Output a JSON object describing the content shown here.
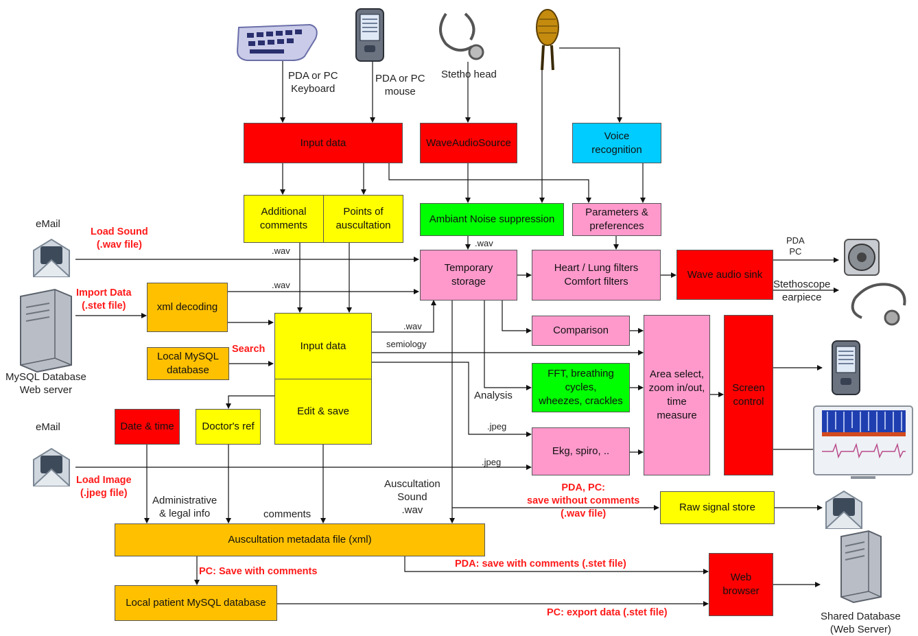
{
  "boxes": {
    "input_data_top": "Input data",
    "wave_audio_source": "WaveAudioSource",
    "voice_recognition": "Voice\nrecognition",
    "additional_comments": "Additional\ncomments",
    "points_auscultation": "Points  of\nauscultation",
    "ambiant_noise": "Ambiant Noise suppression",
    "parameters_preferences": "Parameters &\npreferences",
    "temporary_storage": "Temporary\nstorage",
    "heart_lung_filters": "Heart / Lung filters\nComfort filters",
    "wave_audio_sink": "Wave audio sink",
    "xml_decoding": "xml decoding",
    "input_data_mid": "Input data",
    "local_mysql": "Local MySQL\ndatabase",
    "edit_save": "Edit & save",
    "comparison": "Comparison",
    "fft": "FFT, breathing\ncycles,\nwheezes, crackles",
    "area_select": "Area select,\nzoom in/out,\ntime\nmeasure",
    "screen_control": "Screen\ncontrol",
    "ekg_spiro": "Ekg, spiro, ..",
    "date_time": "Date & time",
    "doctors_ref": "Doctor's ref",
    "raw_signal": "Raw signal store",
    "metadata_file": "Auscultation metadata file (xml)",
    "local_patient_db": "Local patient MySQL database",
    "web_browser": "Web\nbrowser"
  },
  "labels": {
    "pda_pc_keyboard": "PDA or PC\nKeyboard",
    "pda_pc_mouse": "PDA or PC\nmouse",
    "stetho_head": "Stetho head",
    "email_1": "eMail",
    "mysql_web_server": "MySQL Database\nWeb server",
    "email_2": "eMail",
    "wav_1": ".wav",
    "wav_2": ".wav",
    "wav_3": ".wav",
    "wav_4": ".wav",
    "semiology": "semiology",
    "analysis": "Analysis",
    "jpeg_1": ".jpeg",
    "jpeg_2": ".jpeg",
    "pda_pc_out": "PDA\nPC",
    "stethoscope_earpiece": "Stethoscope\nearpiece",
    "admin_legal": "Administrative\n& legal info",
    "comments": "comments",
    "auscultation_sound": "Auscultation\nSound\n.wav",
    "shared_database": "Shared Database\n(Web Server)"
  },
  "notes": {
    "load_sound": "Load Sound\n(.wav file)",
    "import_data": "Import  Data\n(.stet file)",
    "search": "Search",
    "load_image": "Load Image\n(.jpeg file)",
    "pda_pc_save_without": "PDA, PC:\nsave without comments\n(.wav file)",
    "pc_save_with": "PC: Save with comments",
    "pda_save_with": "PDA: save with comments (.stet file)",
    "pc_export": "PC: export data (.stet file)"
  },
  "colors": {
    "red": "#ff0000",
    "yellow": "#ffff00",
    "orange": "#ffc000",
    "green": "#00ff00",
    "pink": "#ff99cc",
    "cyan": "#00ccff",
    "note": "#ff1a1a"
  },
  "icons": [
    "keyboard-icon",
    "pda-icon",
    "stethoscope-icon",
    "microphone-icon",
    "email-icon",
    "server-icon",
    "speaker-icon",
    "stethoscope-earpiece-icon",
    "pda-display-icon",
    "spectrogram-monitor-icon",
    "shared-server-icon"
  ]
}
